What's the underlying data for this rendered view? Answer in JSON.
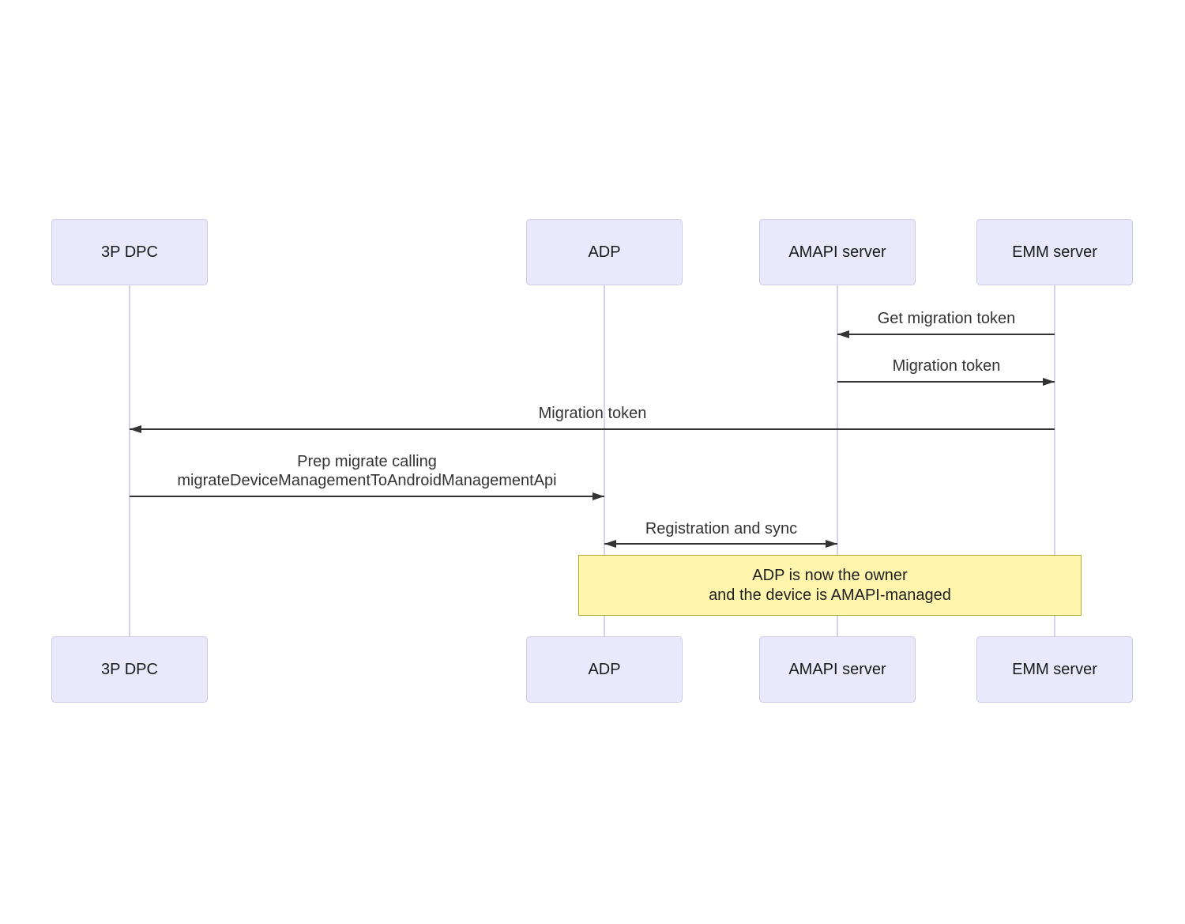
{
  "diagram": {
    "type": "sequence",
    "actors": [
      {
        "id": "3p-dpc",
        "label": "3P DPC"
      },
      {
        "id": "adp",
        "label": "ADP"
      },
      {
        "id": "amapi-server",
        "label": "AMAPI server"
      },
      {
        "id": "emm-server",
        "label": "EMM server"
      }
    ],
    "messages": [
      {
        "from": "EMM server",
        "to": "AMAPI server",
        "direction": "left",
        "label": "Get migration token"
      },
      {
        "from": "AMAPI server",
        "to": "EMM server",
        "direction": "right",
        "label": "Migration token"
      },
      {
        "from": "EMM server",
        "to": "3P DPC",
        "direction": "left",
        "label": "Migration token"
      },
      {
        "from": "3P DPC",
        "to": "ADP",
        "direction": "right",
        "line1": "Prep migrate calling",
        "line2": "migrateDeviceManagementToAndroidManagementApi"
      },
      {
        "from": "ADP",
        "to": "AMAPI server",
        "direction": "both",
        "label": "Registration and sync"
      }
    ],
    "note": {
      "over": "ADP, EMM server",
      "line1": "ADP is now the owner",
      "line2": "and the device is AMAPI-managed"
    },
    "colors": {
      "actor_fill": "#e9e9fb",
      "actor_border": "#cfc8ea",
      "lifeline": "#d9cfee",
      "arrow": "#333333",
      "message_text": "#333333",
      "note_fill": "#fff5ad",
      "note_border": "#aaaa33",
      "note_text": "#1f1f1f"
    }
  }
}
